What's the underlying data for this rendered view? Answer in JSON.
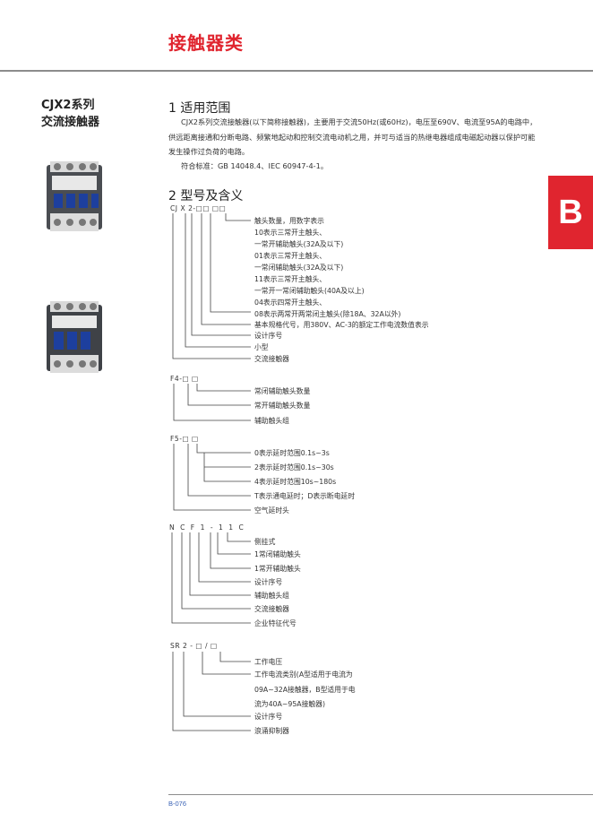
{
  "header": {
    "title": "接触器类"
  },
  "side_tab": "B",
  "series": {
    "line1": "CJX2系列",
    "line2": "交流接触器"
  },
  "section1": {
    "title": "1 适用范围",
    "para": "CJX2系列交流接触器(以下简称接触器)，主要用于交流50Hz(或60Hz)，电压至690V、电流至95A的电路中，供远距离接通和分断电路、频繁地起动和控制交流电动机之用，并可与适当的热继电器组成电磁起动器以保护可能发生操作过负荷的电路。",
    "standard": "符合标准：GB 14048.4、IEC 60947-4-1。"
  },
  "section2": {
    "title": "2 型号及含义",
    "cjx2": {
      "code": "CJ X 2-□□ □□",
      "items": [
        "触头数量，用数字表示",
        "10表示三常开主触头、",
        "一常开辅助触头(32A及以下)",
        "01表示三常开主触头、",
        "一常闭辅助触头(32A及以下)",
        "11表示三常开主触头、",
        "一常开一常闭辅助触头(40A及以上)",
        "04表示四常开主触头、",
        "08表示两常开两常闭主触头(除18A、32A以外)",
        "基本规格代号，用380V、AC-3的额定工作电流数值表示",
        "设计序号",
        "小型",
        "交流接触器"
      ]
    },
    "f4": {
      "code": "F4-□ □",
      "items": [
        "常闭辅助触头数量",
        "常开辅助触头数量",
        "辅助触头组"
      ]
    },
    "f5": {
      "code": "F5-□ □",
      "items": [
        "0表示延时范围0.1s~3s",
        "2表示延时范围0.1s~30s",
        "4表示延时范围10s~180s",
        "T表示通电延时；D表示断电延时",
        "空气延时头"
      ]
    },
    "ncf": {
      "code": "N C F 1 - 1 1 C",
      "items": [
        "侧挂式",
        "1常闭辅助触头",
        "1常开辅助触头",
        "设计序号",
        "辅助触头组",
        "交流接触器",
        "企业特征代号"
      ]
    },
    "sr": {
      "code": "SR 2 - □ / □",
      "items": [
        "工作电压",
        "工作电流类别(A型适用于电流为",
        "09A~32A接触器，B型适用于电",
        "流为40A~95A接触器)",
        "设计序号",
        "浪涌抑制器"
      ]
    }
  },
  "footer": {
    "page": "B-076"
  }
}
